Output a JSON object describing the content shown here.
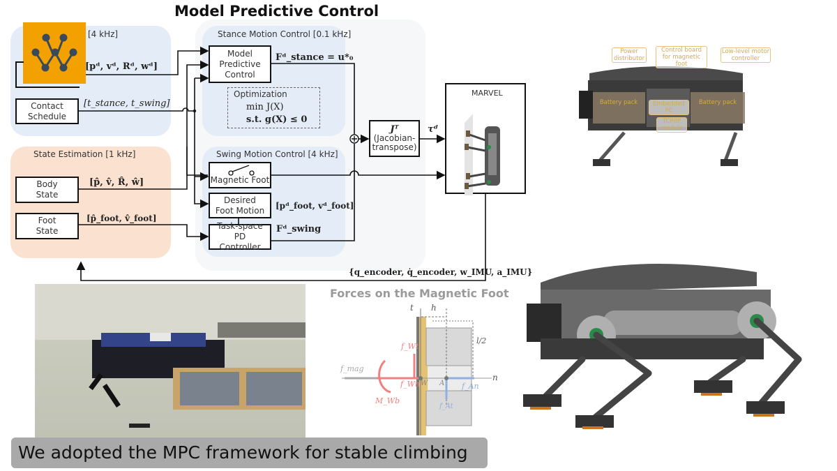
{
  "title": "Model Predictive Control",
  "logo": {
    "icon": "network-graph-icon",
    "color": "#f2a100"
  },
  "panels": {
    "planner": {
      "label": "[4 kHz]"
    },
    "stance": {
      "label": "Stance Motion Control [0.1 kHz]"
    },
    "state_estimation": {
      "label": "State Estimation [1 kHz]"
    },
    "swing": {
      "label": "Swing Motion Control [4 kHz]"
    }
  },
  "boxes": {
    "contact_schedule": "Contact Schedule",
    "mpc": "Model Predictive Control",
    "optimization_title": "Optimization",
    "optimization_obj": "min J(X)",
    "optimization_constraint": "s.t. g(X) ≤ 0",
    "body_state": "Body State",
    "foot_state": "Foot State",
    "magnetic_foot": "Magnetic Foot",
    "desired_foot_motion": "Desired Foot Motion",
    "pd_controller": "Task-space PD Controller",
    "jacobian_symbol": "Jᵀ",
    "jacobian_label": "(Jacobian-transpose)",
    "marvel": "MARVEL"
  },
  "signals": {
    "desired_state": "[pᵈ, vᵈ, Rᵈ, wᵈ]",
    "contact_times": "[t_stance, t_swing]",
    "stance_force": "Fᵈ_stance = u*₀",
    "body_estimate": "[p̂, v̂, R̂, ŵ]",
    "foot_estimate": "[p̂_foot, v̂_foot]",
    "foot_desired": "[pᵈ_foot, vᵈ_foot]",
    "swing_force": "Fᵈ_swing",
    "torque": "τᵈ",
    "feedback": "{q_encoder, q̇_encoder, w_IMU, a_IMU}"
  },
  "forces": {
    "title": "Forces on the Magnetic Foot",
    "labels": {
      "t": "t",
      "h": "h",
      "l2": "l/2",
      "n": "n",
      "f_mag": "f_mag",
      "f_wt": "f_Wt",
      "f_wn": "f_Wn",
      "m_wb": "M_Wb",
      "f_an": "f_An",
      "f_at": "f_At",
      "w": "W",
      "a": "A"
    }
  },
  "hardware_callouts": [
    "Power distributor",
    "Control board for magnetic foot",
    "Low-level motor controller",
    "Battery pack",
    "Embedded PC",
    "Battery pack",
    "TCP/IP module"
  ],
  "caption": "We adopted the MPC framework for stable climbing"
}
